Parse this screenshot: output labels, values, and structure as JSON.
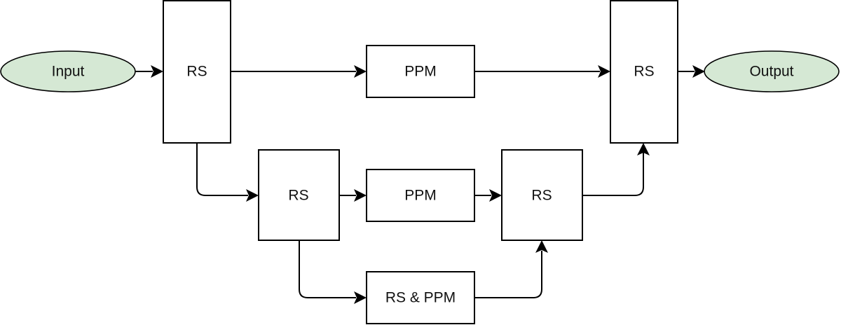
{
  "diagram": {
    "nodes": {
      "input": "Input",
      "rs_top_left": "RS",
      "ppm_top": "PPM",
      "rs_top_right": "RS",
      "output": "Output",
      "rs_mid_left": "RS",
      "ppm_mid": "PPM",
      "rs_mid_right": "RS",
      "rs_ppm_bottom": "RS & PPM"
    },
    "colors": {
      "terminal_fill": "#d5e8d4",
      "box_fill": "#ffffff",
      "stroke": "#000000"
    }
  }
}
